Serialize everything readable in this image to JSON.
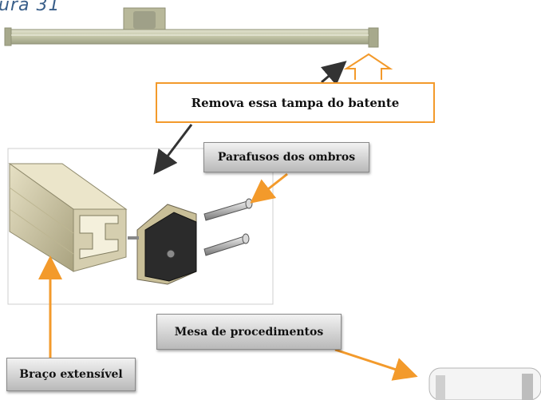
{
  "figure": {
    "title_fragment": "ura 31"
  },
  "labels": {
    "remove_cap": "Remova essa tampa do batente",
    "shoulder_screws": "Parafusos dos ombros",
    "procedure_table": "Mesa de procedimentos",
    "extension_arm": "Braço extensível"
  },
  "colors": {
    "callout_accent": "#f39a2b",
    "leader_dark": "#333333",
    "rail": "#bfbfa0",
    "arm": "#cdc6a4",
    "end_cap": "#2b2b2b"
  }
}
